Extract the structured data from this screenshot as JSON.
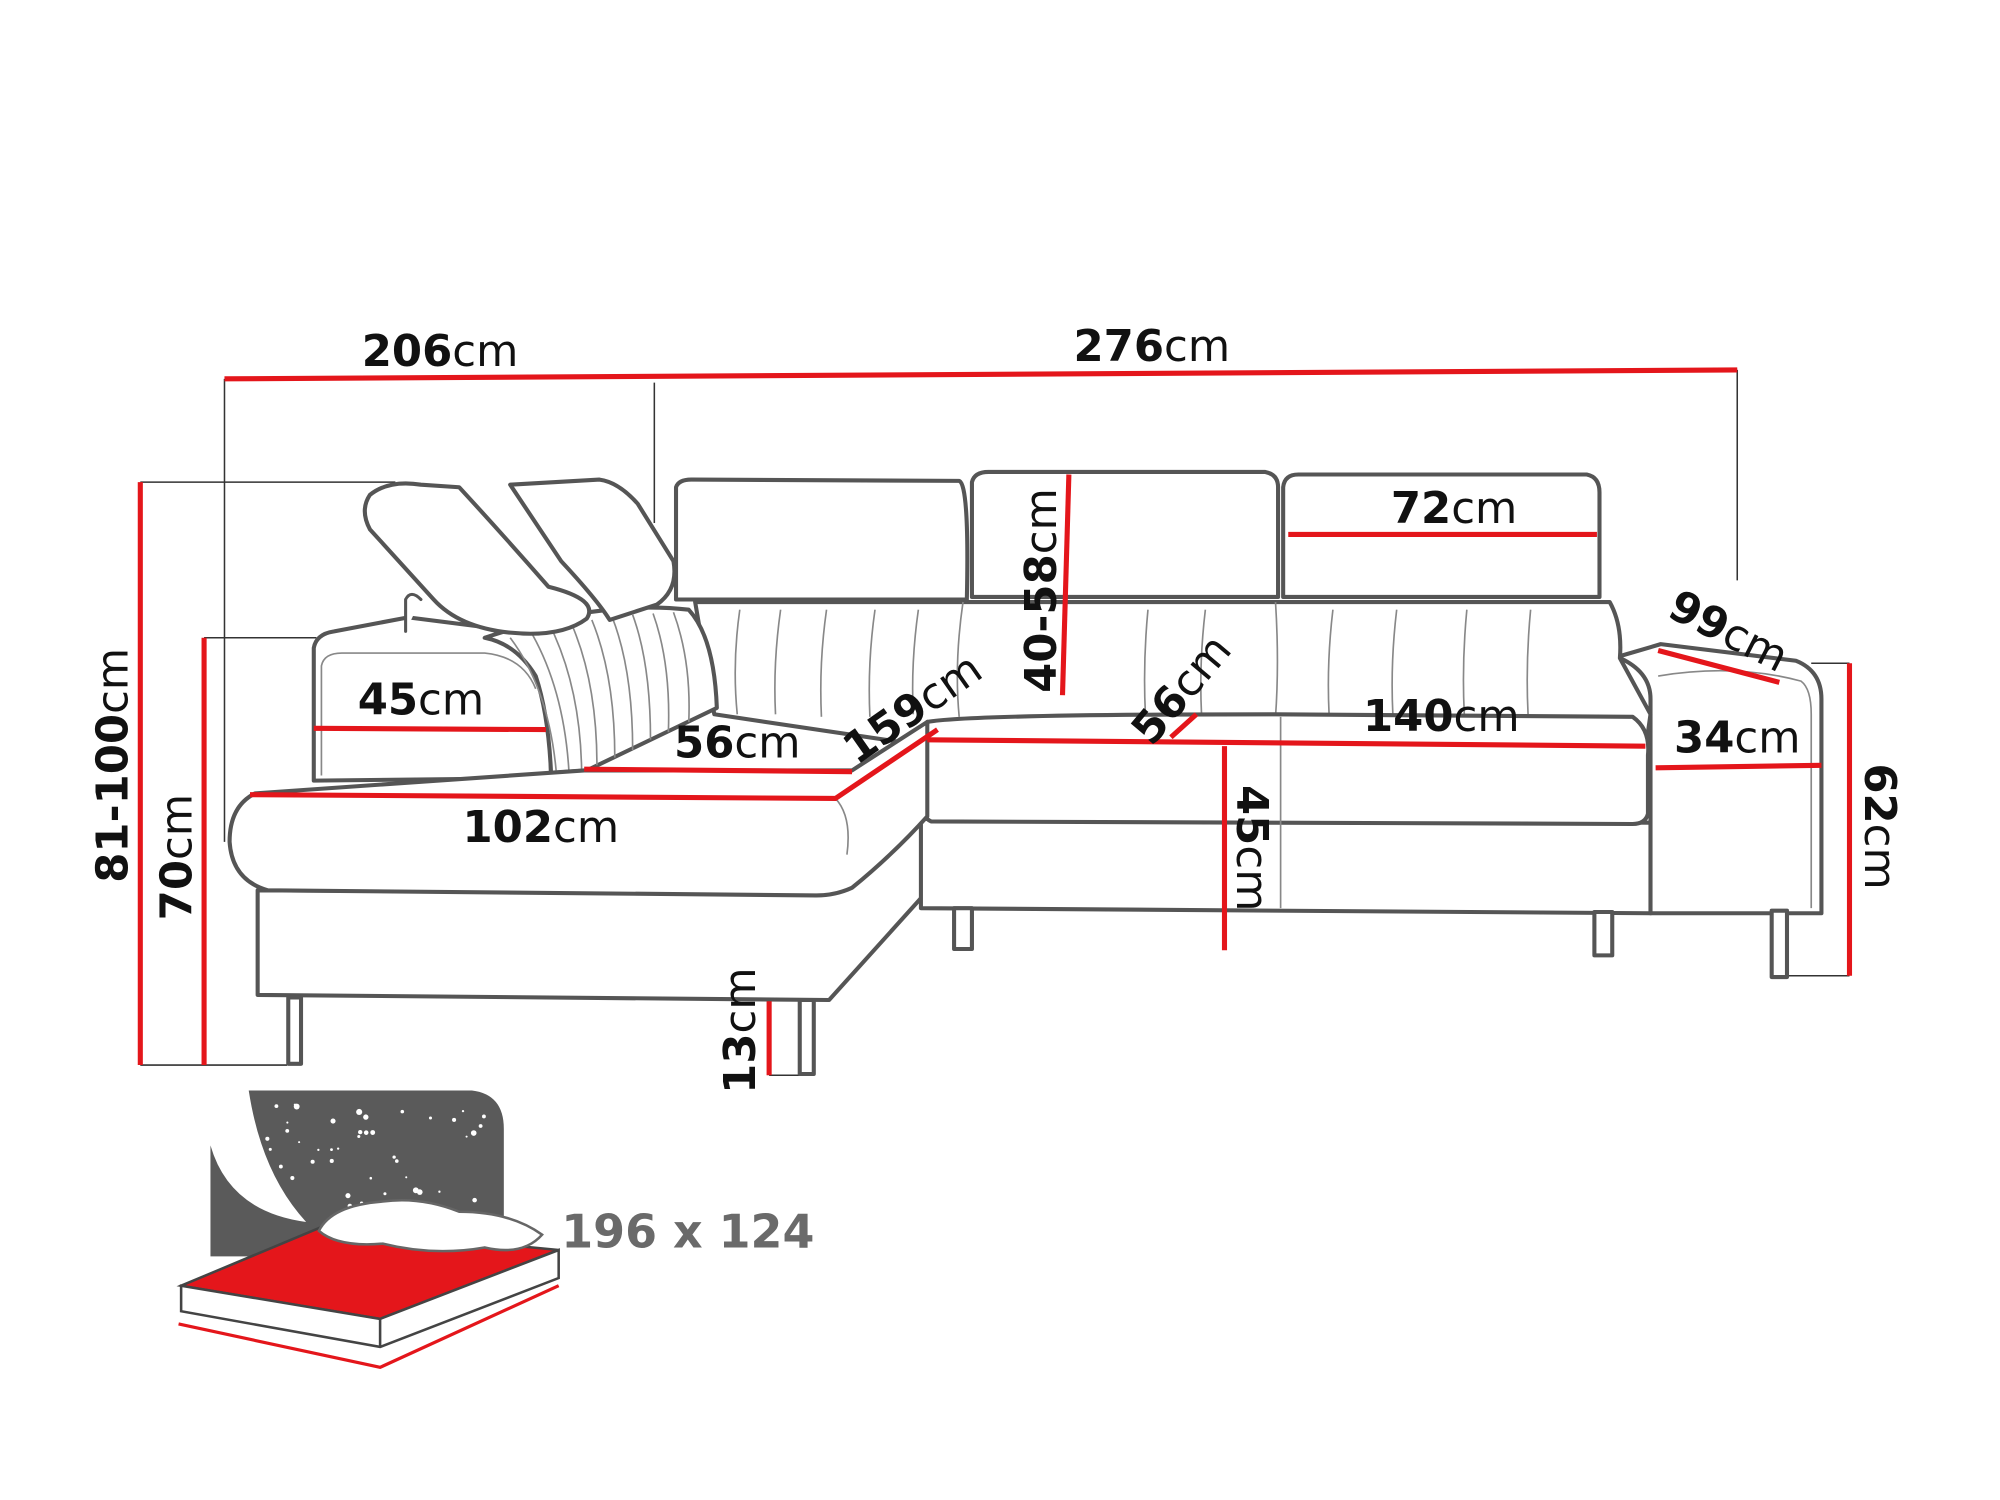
{
  "colors": {
    "dimension_line": "#e4161b",
    "outline": "#555555",
    "bed_text": "#6a6a6a",
    "night_sky": "#5a5a5a"
  },
  "unit": "cm",
  "dimensions": {
    "total_width_left": "206",
    "total_width_right": "276",
    "height_headrest": "81-100",
    "height_back": "70",
    "armrest_left_depth": "45",
    "chaise_seat_depth": "56",
    "chaise_length": "102",
    "corner_diagonal": "159",
    "headrest_height": "40-58",
    "main_seat_depth": "56",
    "headrest_width": "72",
    "seat_width": "140",
    "right_depth": "99",
    "armrest_right_width": "34",
    "seat_height": "45",
    "armrest_height": "62",
    "leg_height": "13"
  },
  "sleeping_area": {
    "label": "196 x 124",
    "icon": "bed-night-stars-icon"
  }
}
